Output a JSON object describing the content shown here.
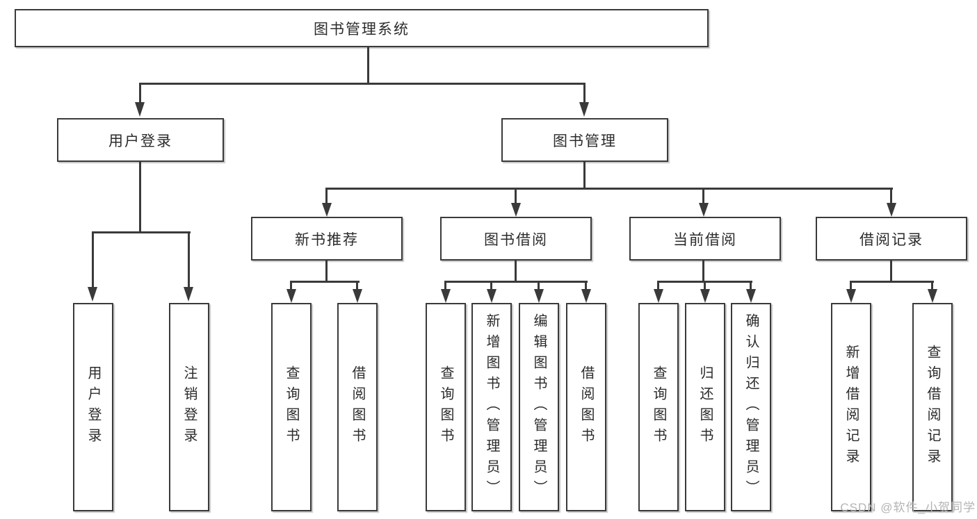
{
  "colors": {
    "line": "#3a3a3a",
    "text": "#2b2b2b",
    "background": "#ffffff",
    "watermark": "#b5b2b2"
  },
  "watermark": "CSDN @软件_小贺同学",
  "tree": {
    "root": {
      "label": "图书管理系统",
      "children": [
        {
          "label": "用户登录",
          "children": [
            {
              "label": "用户登录"
            },
            {
              "label": "注销登录"
            }
          ]
        },
        {
          "label": "图书管理",
          "children": [
            {
              "label": "新书推荐",
              "children": [
                {
                  "label": "查询图书"
                },
                {
                  "label": "借阅图书"
                }
              ]
            },
            {
              "label": "图书借阅",
              "children": [
                {
                  "label": "查询图书"
                },
                {
                  "label": "新增图书（管理员）"
                },
                {
                  "label": "编辑图书（管理员）"
                },
                {
                  "label": "借阅图书"
                }
              ]
            },
            {
              "label": "当前借阅",
              "children": [
                {
                  "label": "查询图书"
                },
                {
                  "label": "归还图书"
                },
                {
                  "label": "确认归还（管理员）"
                }
              ]
            },
            {
              "label": "借阅记录",
              "children": [
                {
                  "label": "新增借阅记录"
                },
                {
                  "label": "查询借阅记录"
                }
              ]
            }
          ]
        }
      ]
    }
  }
}
